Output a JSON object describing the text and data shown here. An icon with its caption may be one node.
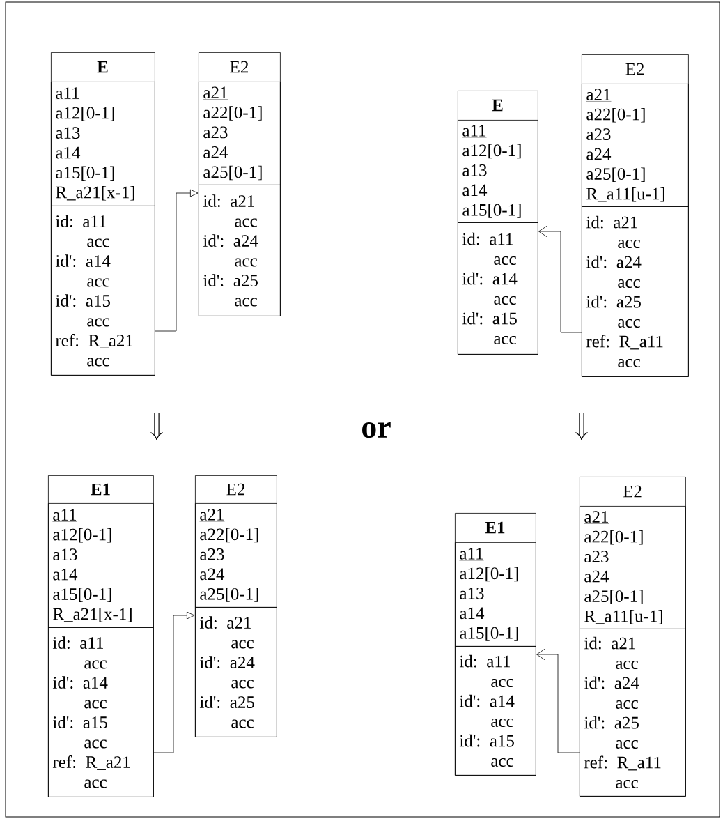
{
  "diagram": {
    "nodes": [
      {
        "text": [
          "E"
        ]
      },
      {
        "text": [
          "a11",
          "a12[0-1]",
          "a13",
          "a14",
          "a15[0-1]",
          "R_a21[x-1]"
        ],
        "in": 0
      },
      {
        "text": [
          "id: a11",
          "acc",
          "id': a14",
          "acc",
          "id': a15",
          "acc",
          "ref: R_a21",
          "acc"
        ],
        "in": 0
      },
      {
        "text": [
          "E2"
        ]
      },
      {
        "text": [
          "a21",
          "a22[0-1]",
          "a23",
          "a24",
          "a25[0-1]"
        ],
        "in": 3
      },
      {
        "text": [
          "id: a21",
          "acc",
          "id': a24",
          "acc",
          "id': a25",
          "acc"
        ],
        "in": 3
      },
      {
        "text": [
          "E"
        ]
      },
      {
        "text": [
          "a11",
          "a12[0-1]",
          "a13",
          "a14",
          "a15[0-1]"
        ],
        "in": 6
      },
      {
        "text": [
          "id: a11",
          "acc",
          "id': a14",
          "acc",
          "id': a15",
          "acc"
        ],
        "in": 6
      },
      {
        "text": [
          "E2"
        ]
      },
      {
        "text": [
          "a21",
          "a22[0-1]",
          "a23",
          "a24",
          "a25[0-1]",
          "R_a11[u-1]"
        ],
        "in": 9
      },
      {
        "text": [
          "id: a21",
          "acc",
          "id': a24",
          "acc",
          "id': a25",
          "acc",
          "ref: R_a11",
          "acc"
        ],
        "in": 9
      },
      {
        "text": [
          "E1"
        ]
      },
      {
        "text": [
          "a11",
          "a12[0-1]",
          "a13",
          "a14",
          "a15[0-1]",
          "R_a21[x-1]"
        ],
        "in": 12
      },
      {
        "text": [
          "id: a11",
          "acc",
          "id': a14",
          "acc",
          "id': a15",
          "acc",
          "ref: R_a21",
          "acc"
        ],
        "in": 12
      },
      {
        "text": [
          "E2"
        ]
      },
      {
        "text": [
          "a21",
          "a22[0-1]",
          "a23",
          "a24",
          "a25[0-1]"
        ],
        "in": 15
      },
      {
        "text": [
          "id: a21",
          "acc",
          "id': a24",
          "acc",
          "id': a25",
          "acc"
        ],
        "in": 15
      },
      {
        "text": [
          "E1"
        ]
      },
      {
        "text": [
          "a11",
          "a12[0-1]",
          "a13",
          "a14",
          "a15[0-1]"
        ],
        "in": 18
      },
      {
        "text": [
          "id: a11",
          "acc",
          "id': a14",
          "acc",
          "id': a15",
          "acc"
        ],
        "in": 18
      },
      {
        "text": [
          "E2"
        ]
      },
      {
        "text": [
          "a21",
          "a22[0-1]",
          "a23",
          "a24",
          "a25[0-1]",
          "R_a11[u-1]"
        ],
        "in": 21
      },
      {
        "text": [
          "id: a21",
          "acc",
          "id': a24",
          "acc",
          "id': a25",
          "acc",
          "ref: R_a11",
          "acc"
        ],
        "in": 21
      }
    ],
    "edges": [
      {
        "from": 2,
        "to": 5,
        "arrow": "to"
      },
      {
        "from": 11,
        "to": 8,
        "arrow": "to"
      },
      {
        "from": 14,
        "to": 17,
        "arrow": "to"
      },
      {
        "from": 23,
        "to": 20,
        "arrow": "to"
      }
    ],
    "labels": [
      "or"
    ]
  }
}
